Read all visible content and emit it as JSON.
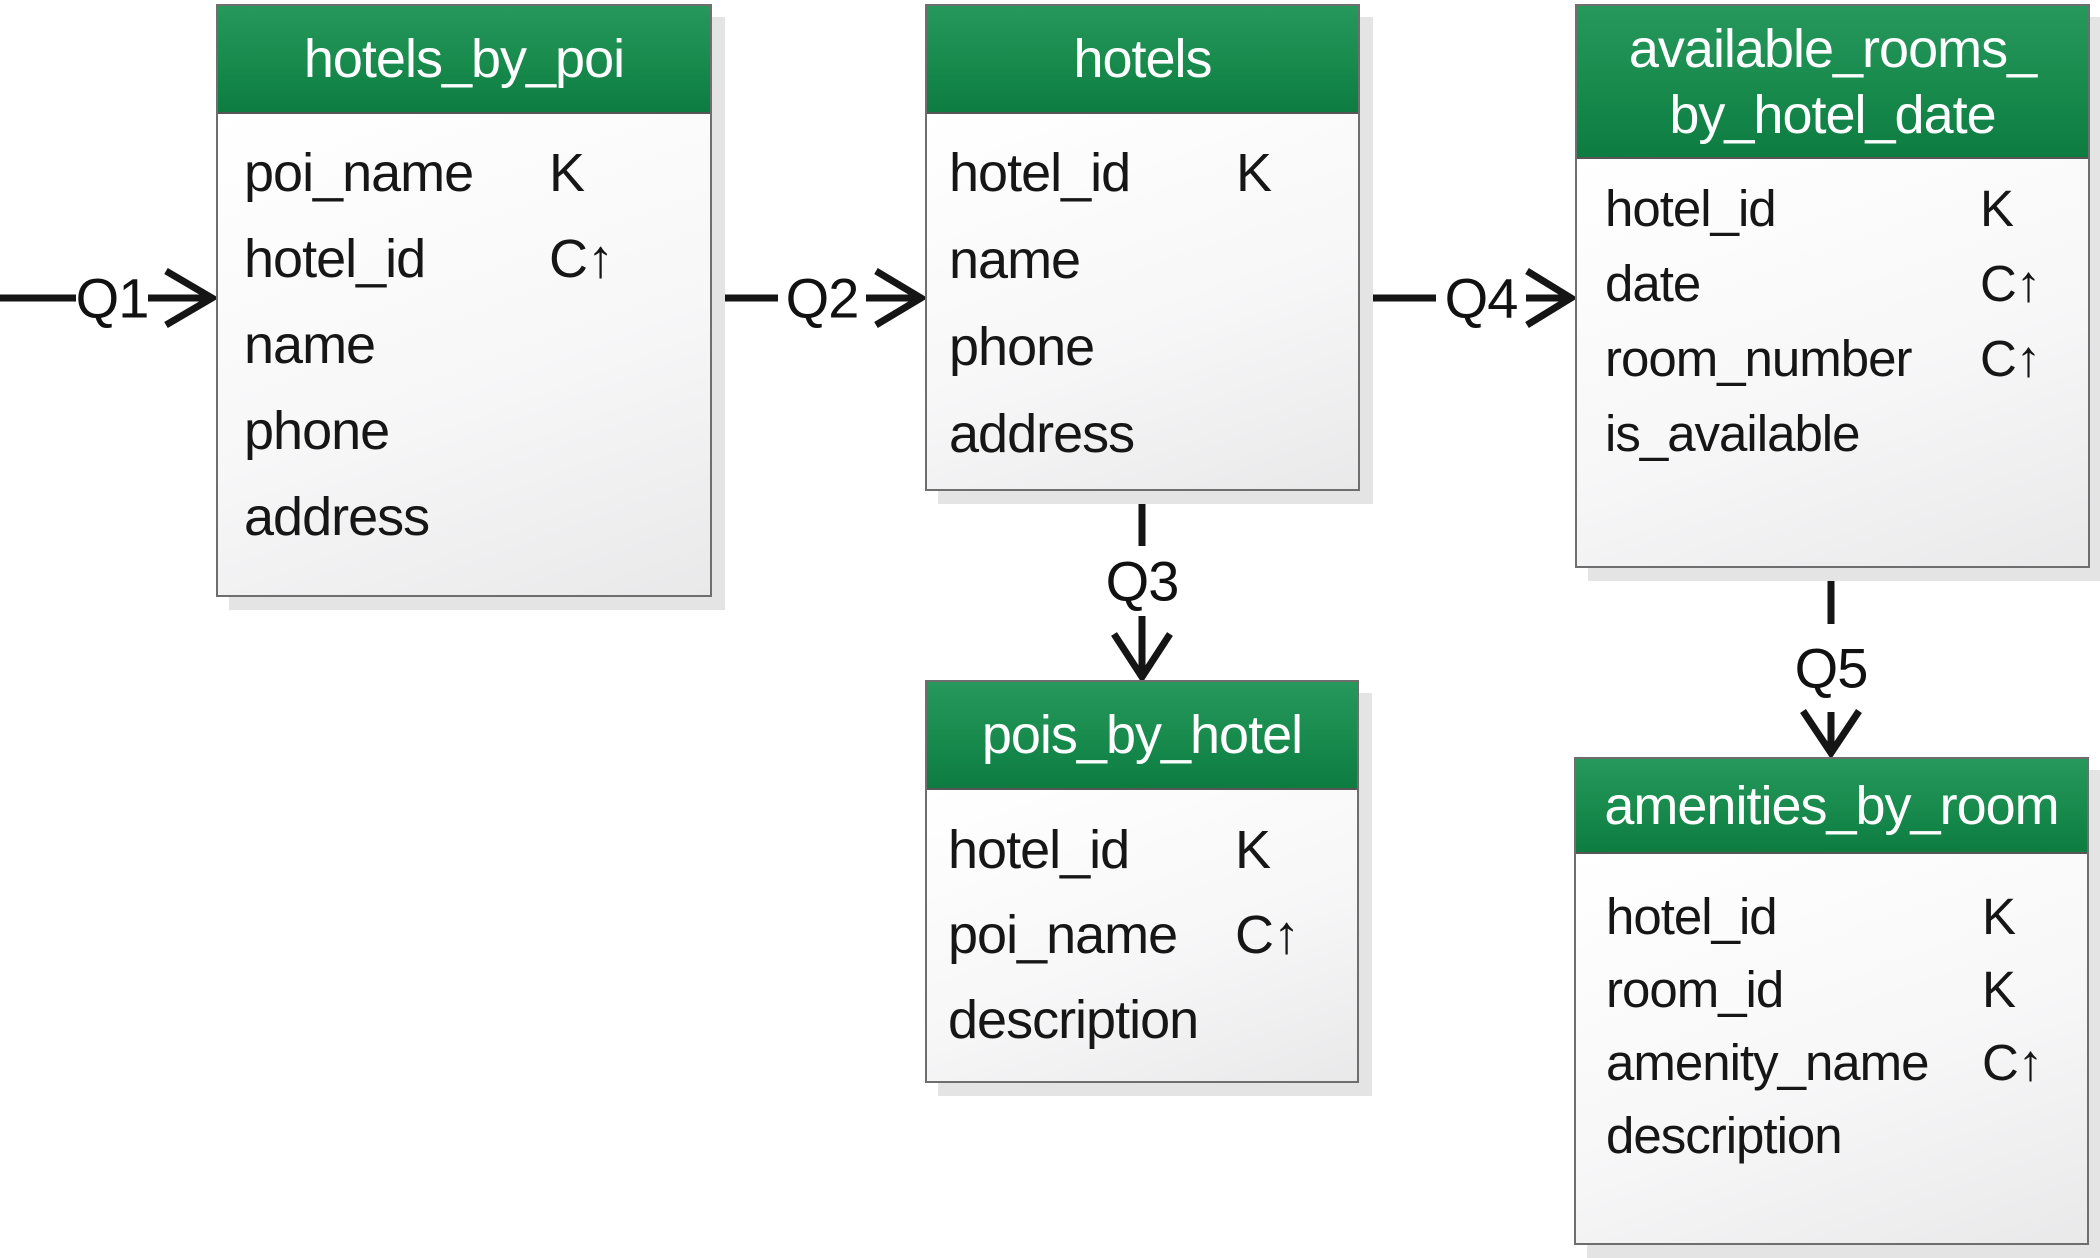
{
  "diagram_type": "database-schema-diagram",
  "tables": [
    {
      "name": "hotels_by_poi",
      "columns": [
        {
          "name": "poi_name",
          "key": "K"
        },
        {
          "name": "hotel_id",
          "key": "C↑"
        },
        {
          "name": "name",
          "key": ""
        },
        {
          "name": "phone",
          "key": ""
        },
        {
          "name": "address",
          "key": ""
        }
      ]
    },
    {
      "name": "hotels",
      "columns": [
        {
          "name": "hotel_id",
          "key": "K"
        },
        {
          "name": "name",
          "key": ""
        },
        {
          "name": "phone",
          "key": ""
        },
        {
          "name": "address",
          "key": ""
        }
      ]
    },
    {
      "name": "available_rooms_by_hotel_date",
      "name_lines": [
        "available_rooms_",
        "by_hotel_date"
      ],
      "columns": [
        {
          "name": "hotel_id",
          "key": "K"
        },
        {
          "name": "date",
          "key": "C↑"
        },
        {
          "name": "room_number",
          "key": "C↑"
        },
        {
          "name": "is_available",
          "key": ""
        }
      ]
    },
    {
      "name": "pois_by_hotel",
      "columns": [
        {
          "name": "hotel_id",
          "key": "K"
        },
        {
          "name": "poi_name",
          "key": "C↑"
        },
        {
          "name": "description",
          "key": ""
        }
      ]
    },
    {
      "name": "amenities_by_room",
      "columns": [
        {
          "name": "hotel_id",
          "key": "K"
        },
        {
          "name": "room_id",
          "key": "K"
        },
        {
          "name": "amenity_name",
          "key": "C↑"
        },
        {
          "name": "description",
          "key": ""
        }
      ]
    }
  ],
  "arrows": [
    {
      "label": "Q1",
      "from": null,
      "to": "hotels_by_poi",
      "direction": "right"
    },
    {
      "label": "Q2",
      "from": "hotels_by_poi",
      "to": "hotels",
      "direction": "right"
    },
    {
      "label": "Q3",
      "from": "hotels",
      "to": "pois_by_hotel",
      "direction": "down"
    },
    {
      "label": "Q4",
      "from": "hotels",
      "to": "available_rooms_by_hotel_date",
      "direction": "right"
    },
    {
      "label": "Q5",
      "from": "available_rooms_by_hotel_date",
      "to": "amenities_by_room",
      "direction": "down"
    }
  ],
  "colors": {
    "header_green": "#1a8a4c",
    "header_text": "#ffffff",
    "body_gradient_top": "#ffffff",
    "body_gradient_bottom": "#e9e9ea",
    "table_border": "#6e6e6e",
    "drop_shadow": "#e4e4e5",
    "arrow_black": "#151515",
    "column_text": "#161616"
  }
}
